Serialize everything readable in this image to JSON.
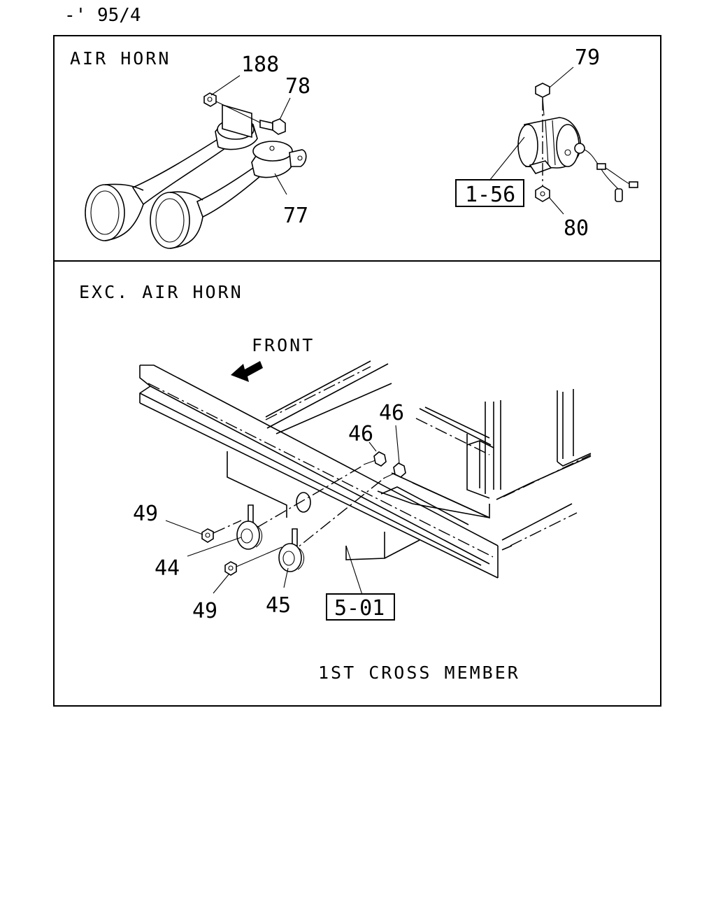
{
  "header": {
    "model_note": "-' 95/4"
  },
  "panels": {
    "air_horn": {
      "title": "AIR HORN",
      "callouts": [
        "188",
        "78",
        "77",
        "79",
        "80"
      ],
      "ref_box": "1-56"
    },
    "exc_air_horn": {
      "title": "EXC. AIR HORN",
      "direction": "FRONT",
      "callouts": [
        "46",
        "46",
        "49",
        "44",
        "49",
        "45"
      ],
      "ref_box": "5-01",
      "caption": "1ST CROSS MEMBER"
    }
  },
  "colors": {
    "ink": "#000000",
    "paper": "#ffffff"
  },
  "icons": [
    "front-arrow-icon",
    "air-horn-icon",
    "compressor-valve-icon",
    "horn-icon",
    "nut-icon",
    "bolt-icon"
  ]
}
